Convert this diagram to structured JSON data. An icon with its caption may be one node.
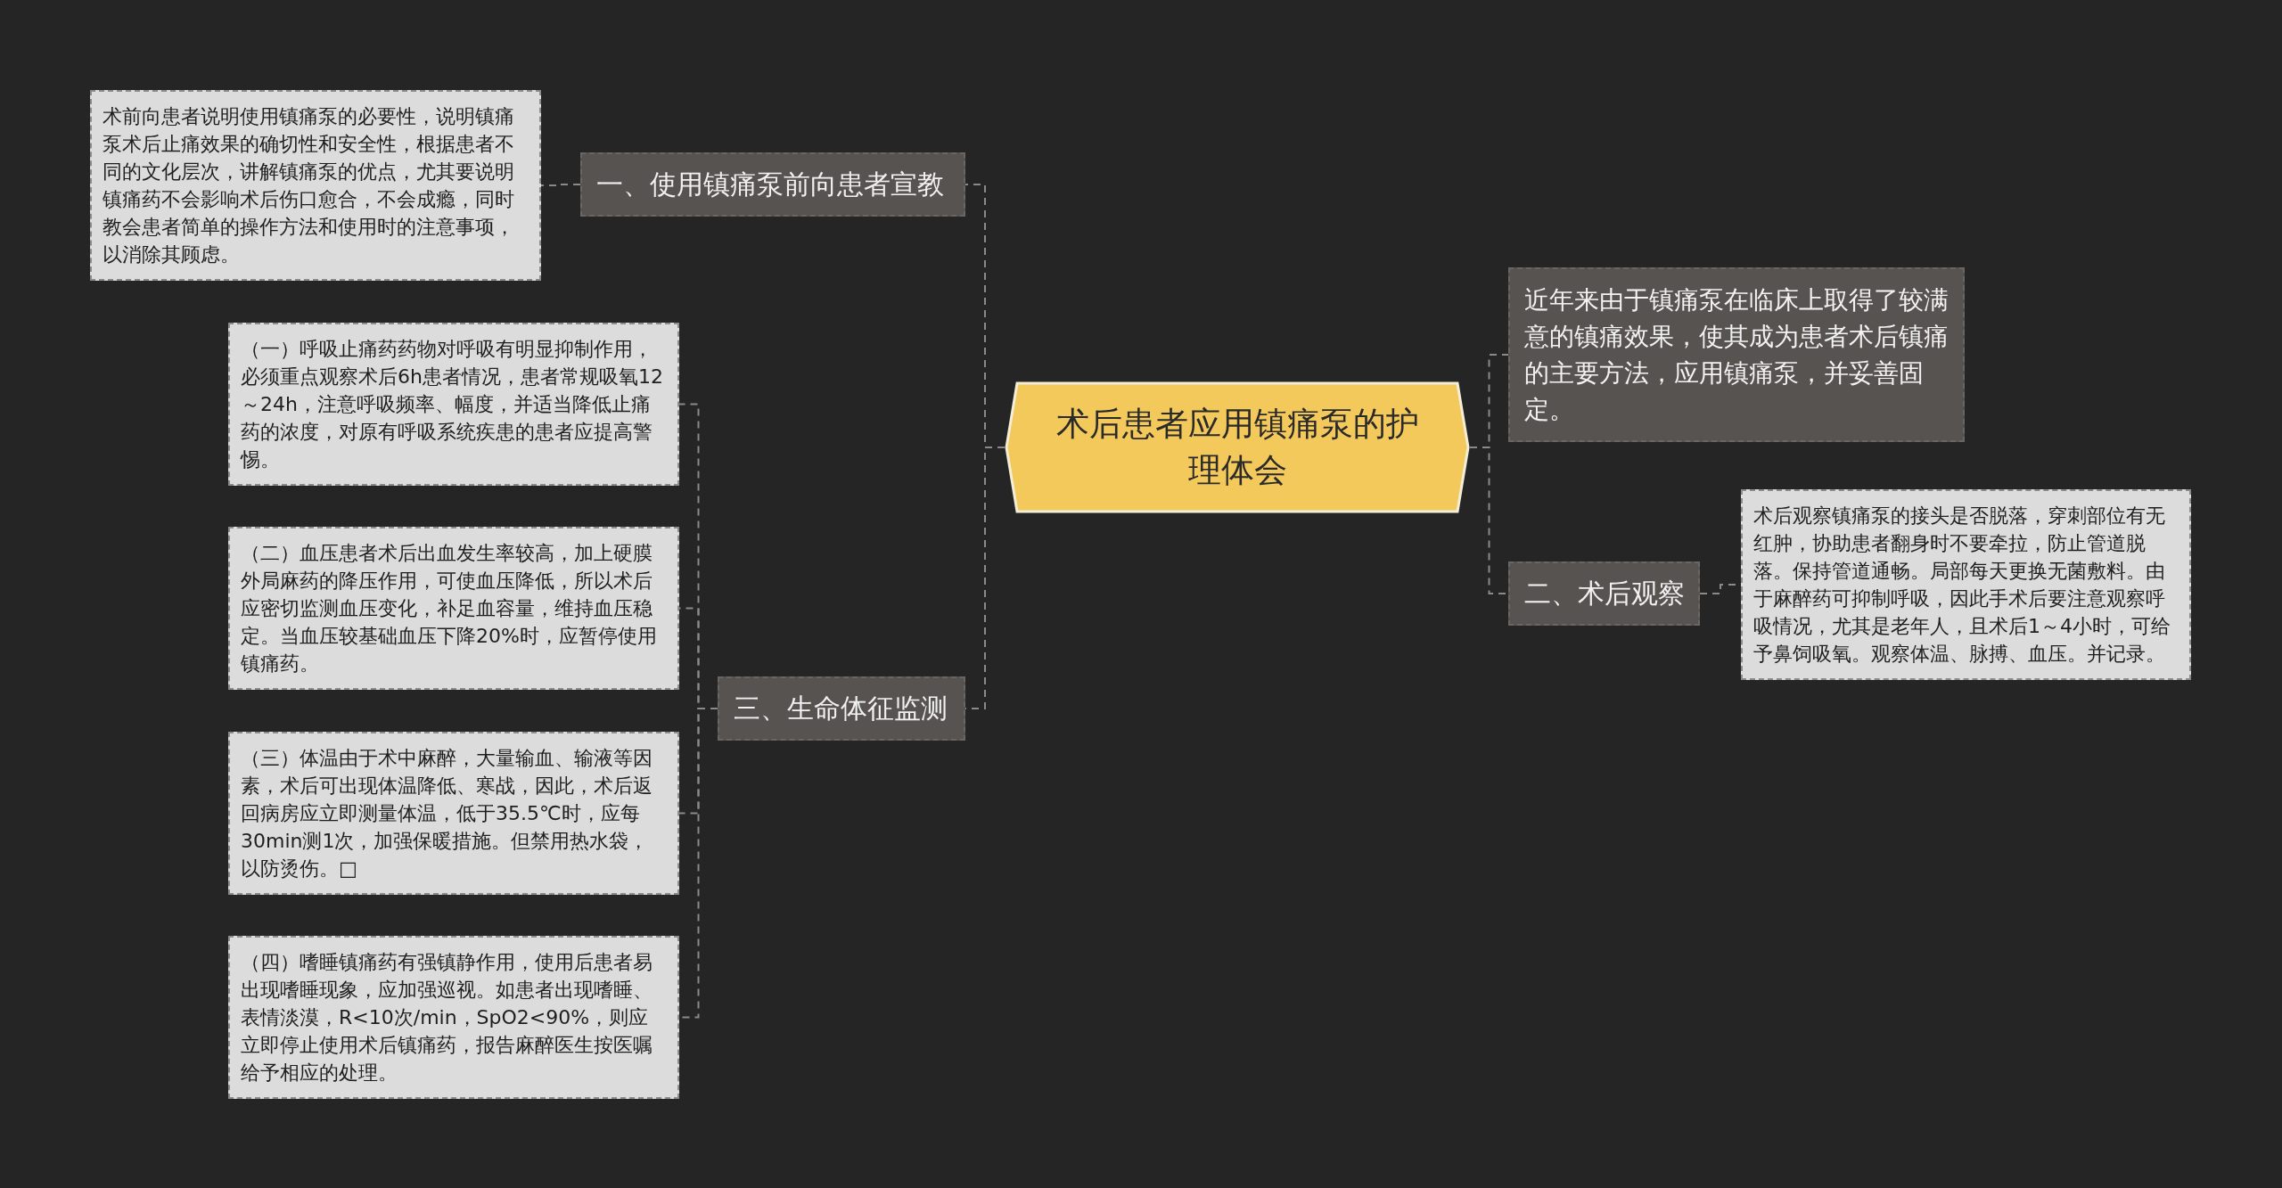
{
  "diagram": {
    "nodes": [
      {
        "text": [
          "术后患者应用镇痛泵的护理体会"
        ]
      },
      {
        "text": [
          "一、使用镇痛泵前向患者宣教"
        ]
      },
      {
        "text": [
          "术前向患者说明使用镇痛泵的必要性，说明镇痛泵术后止痛效果的确切性和安全性，根据患者不同的文化层次，讲解镇痛泵的优点，尤其要说明镇痛药不会影响术后伤口愈合，不会成瘾，同时教会患者简单的操作方法和使用时的注意事项，以消除其顾虑。"
        ]
      },
      {
        "text": [
          "近年来由于镇痛泵在临床上取得了较满意的镇痛效果，使其成为患者术后镇痛的主要方法，应用镇痛泵，并妥善固定。"
        ]
      },
      {
        "text": [
          "二、术后观察"
        ]
      },
      {
        "text": [
          "术后观察镇痛泵的接头是否脱落，穿刺部位有无红肿，协助患者翻身时不要牵拉，防止管道脱落。保持管道通畅。局部每天更换无菌敷料。由于麻醉药可抑制呼吸，因此手术后要注意观察呼吸情况，尤其是老年人，且术后1～4小时，可给予鼻饲吸氧。观察体温、脉搏、血压。并记录。"
        ]
      },
      {
        "text": [
          "三、生命体征监测"
        ]
      },
      {
        "text": [
          "（一）呼吸止痛药药物对呼吸有明显抑制作用，必须重点观察术后6h患者情况，患者常规吸氧12～24h，注意呼吸频率、幅度，并适当降低止痛药的浓度，对原有呼吸系统疾患的患者应提高警惕。"
        ]
      },
      {
        "text": [
          "（二）血压患者术后出血发生率较高，加上硬膜外局麻药的降压作用，可使血压降低，所以术后应密切监测血压变化，补足血容量，维持血压稳定。当血压较基础血压下降20%时，应暂停使用镇痛药。"
        ]
      },
      {
        "text": [
          "（三）体温由于术中麻醉，大量输血、输液等因素，术后可出现体温降低、寒战，因此，术后返回病房应立即测量体温，低于35.5℃时，应每30min测1次，加强保暖措施。但禁用热水袋，以防烫伤。□"
        ]
      },
      {
        "text": [
          "（四）嗜睡镇痛药有强镇静作用，使用后患者易出现嗜睡现象，应加强巡视。如患者出现嗜睡、表情淡漠，R<10次/min，SpO2<90%，则应立即停止使用术后镇痛药，报告麻醉医生按医嘱给予相应的处理。"
        ]
      }
    ],
    "edges": [
      {
        "from": 0,
        "to": 1,
        "arrow": "none"
      },
      {
        "from": 1,
        "to": 2,
        "arrow": "none"
      },
      {
        "from": 0,
        "to": 3,
        "arrow": "none"
      },
      {
        "from": 0,
        "to": 4,
        "arrow": "none"
      },
      {
        "from": 4,
        "to": 5,
        "arrow": "none"
      },
      {
        "from": 0,
        "to": 6,
        "arrow": "none"
      },
      {
        "from": 6,
        "to": 7,
        "arrow": "none"
      },
      {
        "from": 6,
        "to": 8,
        "arrow": "none"
      },
      {
        "from": 6,
        "to": 9,
        "arrow": "none"
      },
      {
        "from": 6,
        "to": 10,
        "arrow": "none"
      }
    ]
  }
}
